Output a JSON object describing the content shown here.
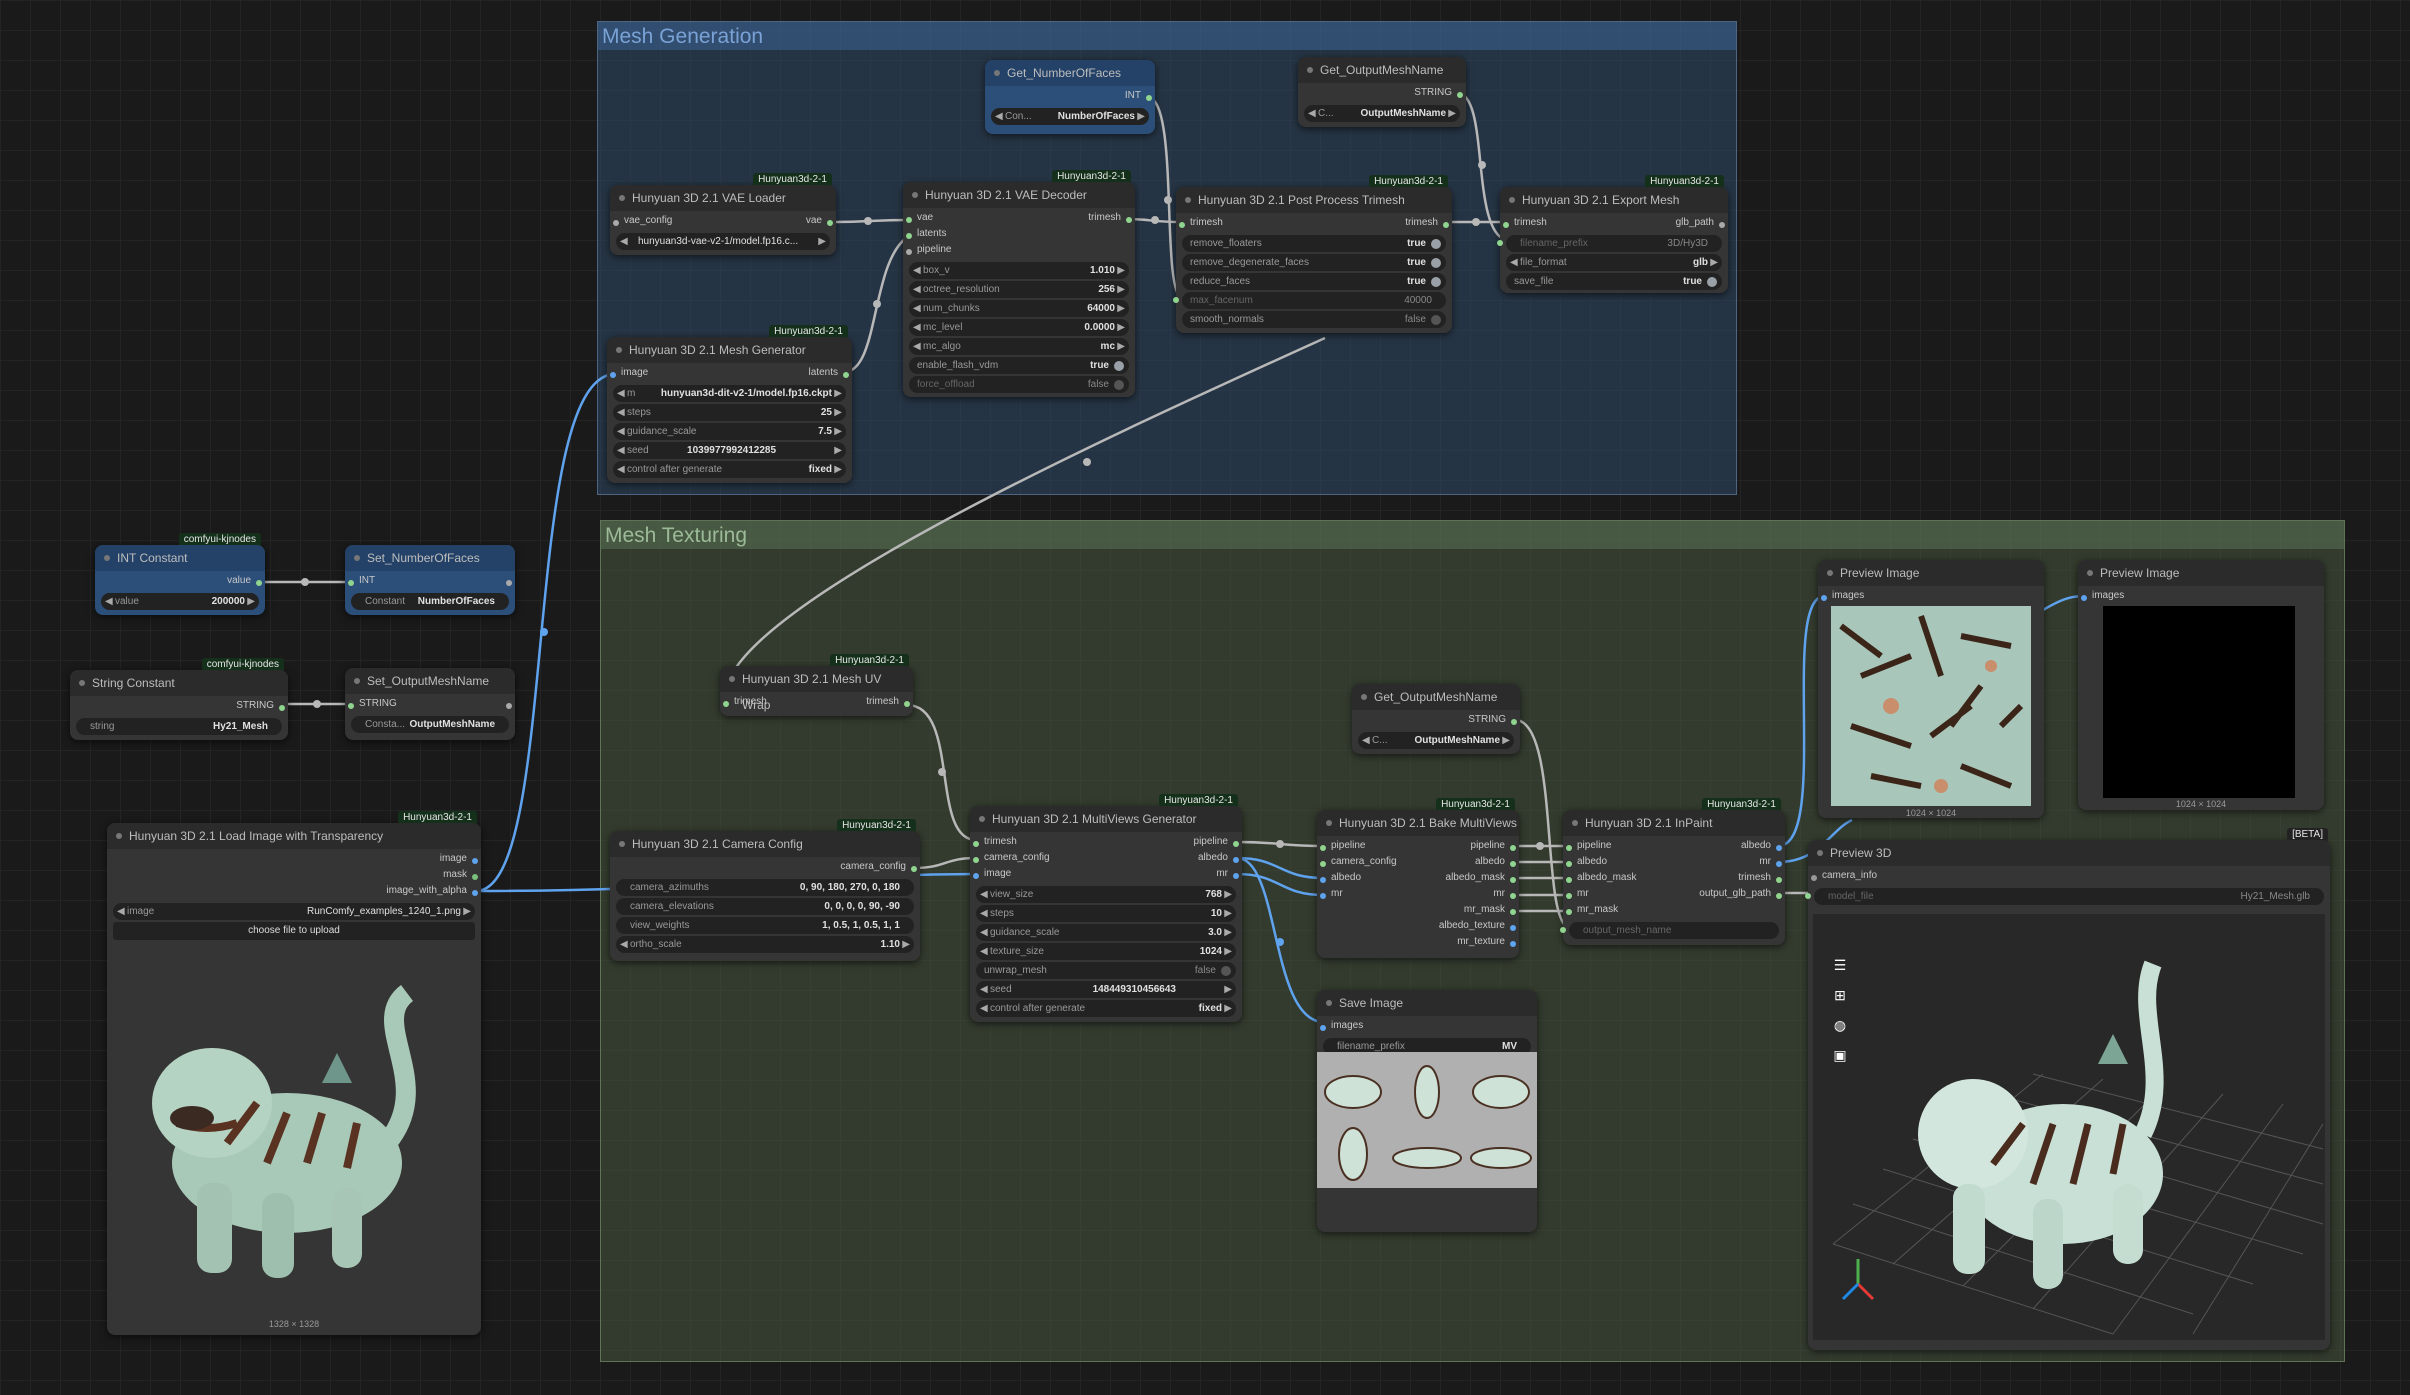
{
  "groups": {
    "mesh_generation": "Mesh Generation",
    "mesh_texturing": "Mesh Texturing"
  },
  "badges": {
    "hy": "Hunyuan3d-2-1",
    "kj": "comfyui-kjnodes"
  },
  "get_faces": {
    "title": "Get_NumberOfFaces",
    "out": "INT",
    "w_label": "Con...",
    "w_value": "NumberOfFaces"
  },
  "get_name_top": {
    "title": "Get_OutputMeshName",
    "out": "STRING",
    "w_label": "C...",
    "w_value": "OutputMeshName"
  },
  "vae_loader": {
    "title": "Hunyuan 3D 2.1 VAE Loader",
    "in": "vae_config",
    "out": "vae",
    "model": "hunyuan3d-vae-v2-1/model.fp16.c..."
  },
  "vae_decoder": {
    "title": "Hunyuan 3D 2.1 VAE Decoder",
    "inputs": [
      "vae",
      "latents",
      "pipeline"
    ],
    "out": "trimesh",
    "widgets": [
      [
        "box_v",
        "1.010"
      ],
      [
        "octree_resolution",
        "256"
      ],
      [
        "num_chunks",
        "64000"
      ],
      [
        "mc_level",
        "0.0000"
      ],
      [
        "mc_algo",
        "mc"
      ]
    ],
    "toggles": [
      [
        "enable_flash_vdm",
        "true"
      ],
      [
        "force_offload",
        "false"
      ]
    ]
  },
  "post": {
    "title": "Hunyuan 3D 2.1 Post Process Trimesh",
    "in": "trimesh",
    "out": "trimesh",
    "toggles": [
      [
        "remove_floaters",
        "true"
      ],
      [
        "remove_degenerate_faces",
        "true"
      ],
      [
        "reduce_faces",
        "true"
      ]
    ],
    "max_label": "max_facenum",
    "max_value": "40000",
    "smooth_label": "smooth_normals",
    "smooth_value": "false"
  },
  "export": {
    "title": "Hunyuan 3D 2.1 Export Mesh",
    "in": "trimesh",
    "out": "glb_path",
    "prefix_label": "filename_prefix",
    "prefix_value": "3D/Hy3D",
    "fmt_label": "file_format",
    "fmt_value": "glb",
    "save_label": "save_file",
    "save_value": "true"
  },
  "meshgen": {
    "title": "Hunyuan 3D 2.1 Mesh Generator",
    "in": "image",
    "out": "latents",
    "widgets": [
      [
        "m",
        "hunyuan3d-dit-v2-1/model.fp16.ckpt"
      ],
      [
        "steps",
        "25"
      ],
      [
        "guidance_scale",
        "7.5"
      ],
      [
        "seed",
        "1039977992412285"
      ],
      [
        "control after generate",
        "fixed"
      ]
    ]
  },
  "int_const": {
    "title": "INT Constant",
    "w_label": "value",
    "w_value": "200000",
    "out": "value"
  },
  "set_faces": {
    "title": "Set_NumberOfFaces",
    "in": "INT",
    "w_label": "Constant",
    "w_value": "NumberOfFaces"
  },
  "str_const": {
    "title": "String Constant",
    "out": "STRING",
    "w_label": "string",
    "w_value": "Hy21_Mesh"
  },
  "set_name": {
    "title": "Set_OutputMeshName",
    "in": "STRING",
    "w_label": "Consta...",
    "w_value": "OutputMeshName"
  },
  "uvwrap": {
    "title": "Hunyuan 3D 2.1 Mesh UV Wrap",
    "in": "trimesh",
    "out": "trimesh"
  },
  "loadimg": {
    "title": "Hunyuan 3D 2.1 Load Image with Transparency",
    "outs": [
      "image",
      "mask",
      "image_with_alpha"
    ],
    "w_label": "image",
    "w_value": "RunComfy_examples_1240_1.png",
    "button": "choose file to upload",
    "caption": "1328 × 1328"
  },
  "camcfg": {
    "title": "Hunyuan 3D 2.1 Camera Config",
    "out": "camera_config",
    "widgets": [
      [
        "camera_azimuths",
        "0, 90, 180, 270, 0, 180"
      ],
      [
        "camera_elevations",
        "0, 0, 0, 0, 90, -90"
      ],
      [
        "view_weights",
        "1, 0.5, 1, 0.5, 1, 1"
      ],
      [
        "ortho_scale",
        "1.10"
      ]
    ]
  },
  "mvgen": {
    "title": "Hunyuan 3D 2.1 MultiViews Generator",
    "inputs": [
      "trimesh",
      "camera_config",
      "image"
    ],
    "outputs": [
      "pipeline",
      "albedo",
      "mr"
    ],
    "widgets": [
      [
        "view_size",
        "768"
      ],
      [
        "steps",
        "10"
      ],
      [
        "guidance_scale",
        "3.0"
      ],
      [
        "texture_size",
        "1024"
      ]
    ],
    "unwrap_label": "unwrap_mesh",
    "unwrap_value": "false",
    "seed_label": "seed",
    "seed_value": "148449310456643",
    "cag_label": "control after generate",
    "cag_value": "fixed"
  },
  "get_name_mid": {
    "title": "Get_OutputMeshName",
    "out": "STRING",
    "w_label": "C...",
    "w_value": "OutputMeshName"
  },
  "bake": {
    "title": "Hunyuan 3D 2.1 Bake MultiViews",
    "inputs": [
      "pipeline",
      "camera_config",
      "albedo",
      "mr"
    ],
    "outputs": [
      "pipeline",
      "albedo",
      "albedo_mask",
      "mr",
      "mr_mask",
      "albedo_texture",
      "mr_texture"
    ]
  },
  "inpaint": {
    "title": "Hunyuan 3D 2.1 InPaint",
    "inputs": [
      "pipeline",
      "albedo",
      "albedo_mask",
      "mr",
      "mr_mask"
    ],
    "outputs": [
      "albedo",
      "mr",
      "trimesh",
      "output_glb_path"
    ],
    "disabled_label": "output_mesh_name"
  },
  "saveimg": {
    "title": "Save Image",
    "in": "images",
    "w_label": "filename_prefix",
    "w_value": "MV"
  },
  "prev1": {
    "title": "Preview Image",
    "in": "images",
    "caption": "1024 × 1024"
  },
  "prev2": {
    "title": "Preview Image",
    "in": "images",
    "caption": "1024 × 1024"
  },
  "prev3d": {
    "title": "Preview 3D",
    "beta": "[BETA]",
    "in": "camera_info",
    "w_label": "model_file",
    "w_value": "Hy21_Mesh.glb"
  }
}
